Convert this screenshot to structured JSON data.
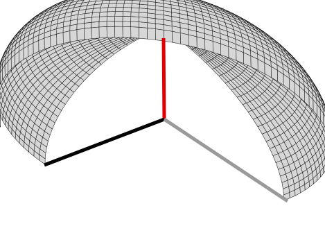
{
  "figure": {
    "background": "#ffffff",
    "surface_fill": "#d7d7d7",
    "mesh_stroke": "#1a1a1a",
    "outline_stroke": "#000000",
    "axes": [
      {
        "id": "axis-vertical",
        "color": "#e00000"
      },
      {
        "id": "axis-left",
        "color": "#000000"
      },
      {
        "id": "axis-right",
        "color": "#9a9a9a"
      }
    ]
  }
}
